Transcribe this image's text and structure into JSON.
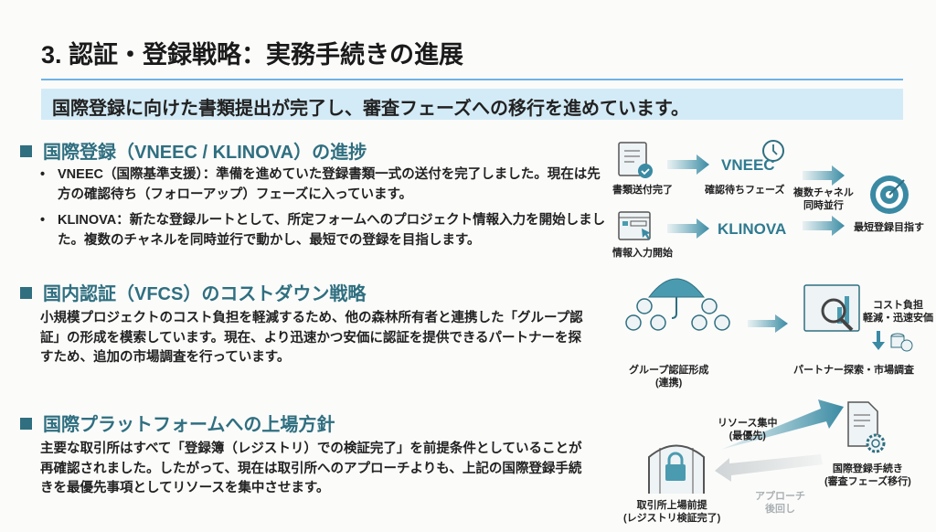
{
  "title": "3. 認証・登録戦略：実務手続きの進展",
  "banner": "国際登録に向けた書類提出が完了し、審査フェーズへの移行を進めています。",
  "sections": [
    {
      "heading": "国際登録（VNEEC / KLINOVA）の進捗",
      "bullets": [
        "VNEEC（国際基準支援）：準備を進めていた登録書類一式の送付を完了しました。現在は先方の確認待ち（フォローアップ）フェーズに入っています。",
        "KLINOVA：新たな登録ルートとして、所定フォームへのプロジェクト情報入力を開始しました。複数のチャネルを同時並行で動かし、最短での登録を目指します。"
      ]
    },
    {
      "heading": "国内認証（VFCS）のコストダウン戦略",
      "body": "小規模プロジェクトのコスト負担を軽減するため、他の森林所有者と連携した「グループ認証」の形成を模索しています。現在、より迅速かつ安価に認証を提供できるパートナーを探すため、追加の市場調査を行っています。"
    },
    {
      "heading": "国際プラットフォームへの上場方針",
      "body": "主要な取引所はすべて「登録簿（レジストリ）での検証完了」を前提条件としていることが再確認されました。したがって、現在は取引所へのアプローチよりも、上記の国際登録手続きを最優先事項としてリソースを集中させます。"
    }
  ],
  "diagram1": {
    "docs_sent": "書類送付完了",
    "vneec": "VNEEC",
    "waiting": "確認待ちフェーズ",
    "parallel_1": "複数チャネル",
    "parallel_2": "同時並行",
    "input_start": "情報入力開始",
    "klinova": "KLINOVA",
    "goal": "最短登録目指す"
  },
  "diagram2": {
    "group_1": "グループ認証形成",
    "group_2": "(連携)",
    "cost_1": "コスト負担",
    "cost_2": "軽減・迅速安価",
    "partner": "パートナー探索・市場調査"
  },
  "diagram3": {
    "resource_1": "リソース集中",
    "resource_2": "(最優先)",
    "intl_1": "国際登録手続き",
    "intl_2": "(審査フェーズ移行)",
    "approach_1": "アプローチ",
    "approach_2": "後回し",
    "exchange_1": "取引所上場前提",
    "exchange_2": "(レジストリ検証完了)"
  },
  "colors": {
    "accent": "#2f6f80",
    "rule": "#6fb2e6",
    "banner": "#d3ebf6",
    "icon": "#4a9bb0"
  }
}
